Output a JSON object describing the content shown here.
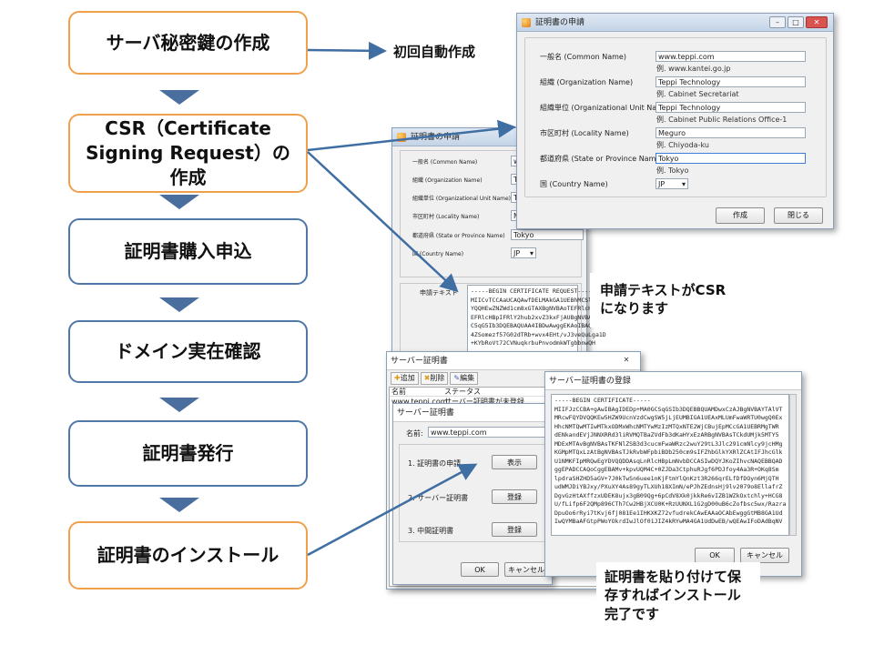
{
  "steps": [
    {
      "label": "サーバ秘密鍵の作成"
    },
    {
      "label": "CSR（Certificate Signing Request）の作成"
    },
    {
      "label": "証明書購入申込"
    },
    {
      "label": "ドメイン実在確認"
    },
    {
      "label": "証明書発行"
    },
    {
      "label": "証明書のインストール"
    }
  ],
  "notes": {
    "auto_create": "初回自動作成",
    "csr_text": "申請テキストがCSRになります",
    "paste_save": "証明書を貼り付けて保存すればインストール完了です"
  },
  "cert_request_dialog": {
    "title": "証明書の申請",
    "fields": [
      {
        "label": "一般名 (Common Name)",
        "value": "www.teppi.com",
        "example": "例. www.kantei.go.jp"
      },
      {
        "label": "組織 (Organization Name)",
        "value": "Teppi Technology",
        "example": "例. Cabinet Secretariat"
      },
      {
        "label": "組織単位 (Organizational Unit Name)",
        "value": "Teppi Technology",
        "example": "例. Cabinet Public Relations Office-1"
      },
      {
        "label": "市区町村 (Locality Name)",
        "value": "Meguro",
        "example": "例. Chiyoda-ku"
      },
      {
        "label": "都道府県 (State or Province Name)",
        "value": "Tokyo",
        "example": "例. Tokyo"
      },
      {
        "label": "国 (Country Name)",
        "value": "JP",
        "example": ""
      }
    ],
    "create_button": "作成",
    "close_button": "閉じる"
  },
  "back_request_dialog": {
    "title": "証明書の申請",
    "fields": [
      {
        "label": "一般名 (Common Name)",
        "value": "ww"
      },
      {
        "label": "組織 (Organization Name)",
        "value": "Te"
      },
      {
        "label": "組織単位 (Organizational Unit Name)",
        "value": "Te"
      },
      {
        "label": "市区町村 (Locality Name)",
        "value": "Me"
      },
      {
        "label": "都道府県 (State or Province Name)",
        "value": "Tokyo"
      },
      {
        "label": "国 (Country Name)",
        "value": "JP"
      }
    ],
    "request_text_label": "申請テキスト",
    "request_text_lines": [
      "-----BEGIN CERTIFICATE REQUEST-----",
      "MIICvTCCAaUCAQAwfDELMAkGA1UEBhMCSlAxDjAM",
      "YQQHEwZNZWd1cm8xGTAXBgNVBAoTEFRlcHBpIFRl",
      "EFRlcHBpIFRlY2hub2xvZ3kxFjAUBgNVBAMTDXd3",
      "C5qG5Ib3DQEBAQUAA4IBDwAwggEKAoIBAQDe7TR",
      "4ZSomezf57G02dTRb+wvx4EHt/vJ3veQuLga1D",
      "+KYbRoVt72CVNuqkrbuPnvodmkWTgbbnwQH"
    ]
  },
  "server_cert_dialog": {
    "title": "サーバー証明書",
    "toolbar": [
      "追加",
      "削除",
      "編集"
    ],
    "columns": [
      "名前",
      "ステータス"
    ],
    "row": [
      "www.teppi.com",
      "サーバー証明書が未登録"
    ]
  },
  "server_cert_inner": {
    "title": "サーバー証明書",
    "name_label": "名前:",
    "name_value": "www.teppi.com",
    "items": [
      {
        "label": "1. 証明書の申請",
        "button": "表示"
      },
      {
        "label": "2. サーバー証明書",
        "button": "登録"
      },
      {
        "label": "3. 中間証明書",
        "button": "登録"
      }
    ],
    "ok_button": "OK",
    "cancel_button": "キャンセル"
  },
  "register_dialog": {
    "title": "サーバー証明書の登録",
    "cert_lines": [
      "-----BEGIN CERTIFICATE-----",
      "MIIFJzCCBA+gAwIBAgIDEDp+MA0GCSqGSIb3DQEBBQUAMDwxCzAJBgNVBAYTAlVT",
      "MRcwFQYDVQQKEw5HZW9UcnVzdCwgSW5jLjEUMBIGA1UEAxMLUmFwaWRTU0wgQ0Ex",
      "HhcNMTQwMTIwMTkxODMxWhcNMTYwMzIzMTQxNTE2WjCBujEpMCcGA1UEBRMgTWR",
      "dENkandEVjJNNXRRd3liRVMQTBaZVdFb3dKaHYxEzARBgNVBAsTCkdUMjk5MTY5",
      "MDExMTAvBgNVBAsTKFNlZSB3d3cucmFwaWRzc2wuY29tL3Jlc291cmNlcy9jcHMg",
      "KGMpMTQxLzAtBgNVBAsTJkRvbWFpbiBDb250cm9sIFZhbGlkYXRlZCAtIFJhcGlk",
      "U1NMKFIpMRQwEgYDVQQDDAsqLnRlcHBpLmNvbDCCASIwDQYJKoZIhvcNAQEBBQAD",
      "ggEPADCCAQoCggEBAMv+kpvUQM4C+0ZJDa3CtphuRJgf6PDJfoy4Aa3R+OKq8Sm",
      "lpdraSHZHD5aGV+7J0kTwSn6uee1nKjFtmYlQnKzt3R266qrELfDfDOyn6MjQTH",
      "udWMJDiYBJxy/PXuXY4As89gyTLXUh18XImN/ePJhZEdnsHj9lv2079o8EllafrZ",
      "DgvGzHtAXffzxUDEK8ujx3gB09Qg+6pCdV8Xk0jkkRe6vIZB1WZkOxtchly+HCG8",
      "U/fLifp6F2QMp896CTh7Cw2HBjXCU0K+RzUUNXL1G2gD00uB6cZofbsc5wx/Razra",
      "DpuOo6rRyi7tKvj6fj081Ee1IHKXKZ72vfudrekCAwEAAaOCAbEwggGtMB8GA1Ud",
      "IwQYMBaAFGtpPWoYOkrdIwJlOf01JIZ4kRYwMA4GA1UdDwEB/wQEAwIFoDAdBqNV"
    ],
    "ok_button": "OK",
    "cancel_button": "キャンセル"
  },
  "colors": {
    "orange_border": "#f0a04b",
    "blue_border": "#4f77a8",
    "arrow_blue": "#3f6ea3",
    "triangle": "#4a6f9e"
  }
}
